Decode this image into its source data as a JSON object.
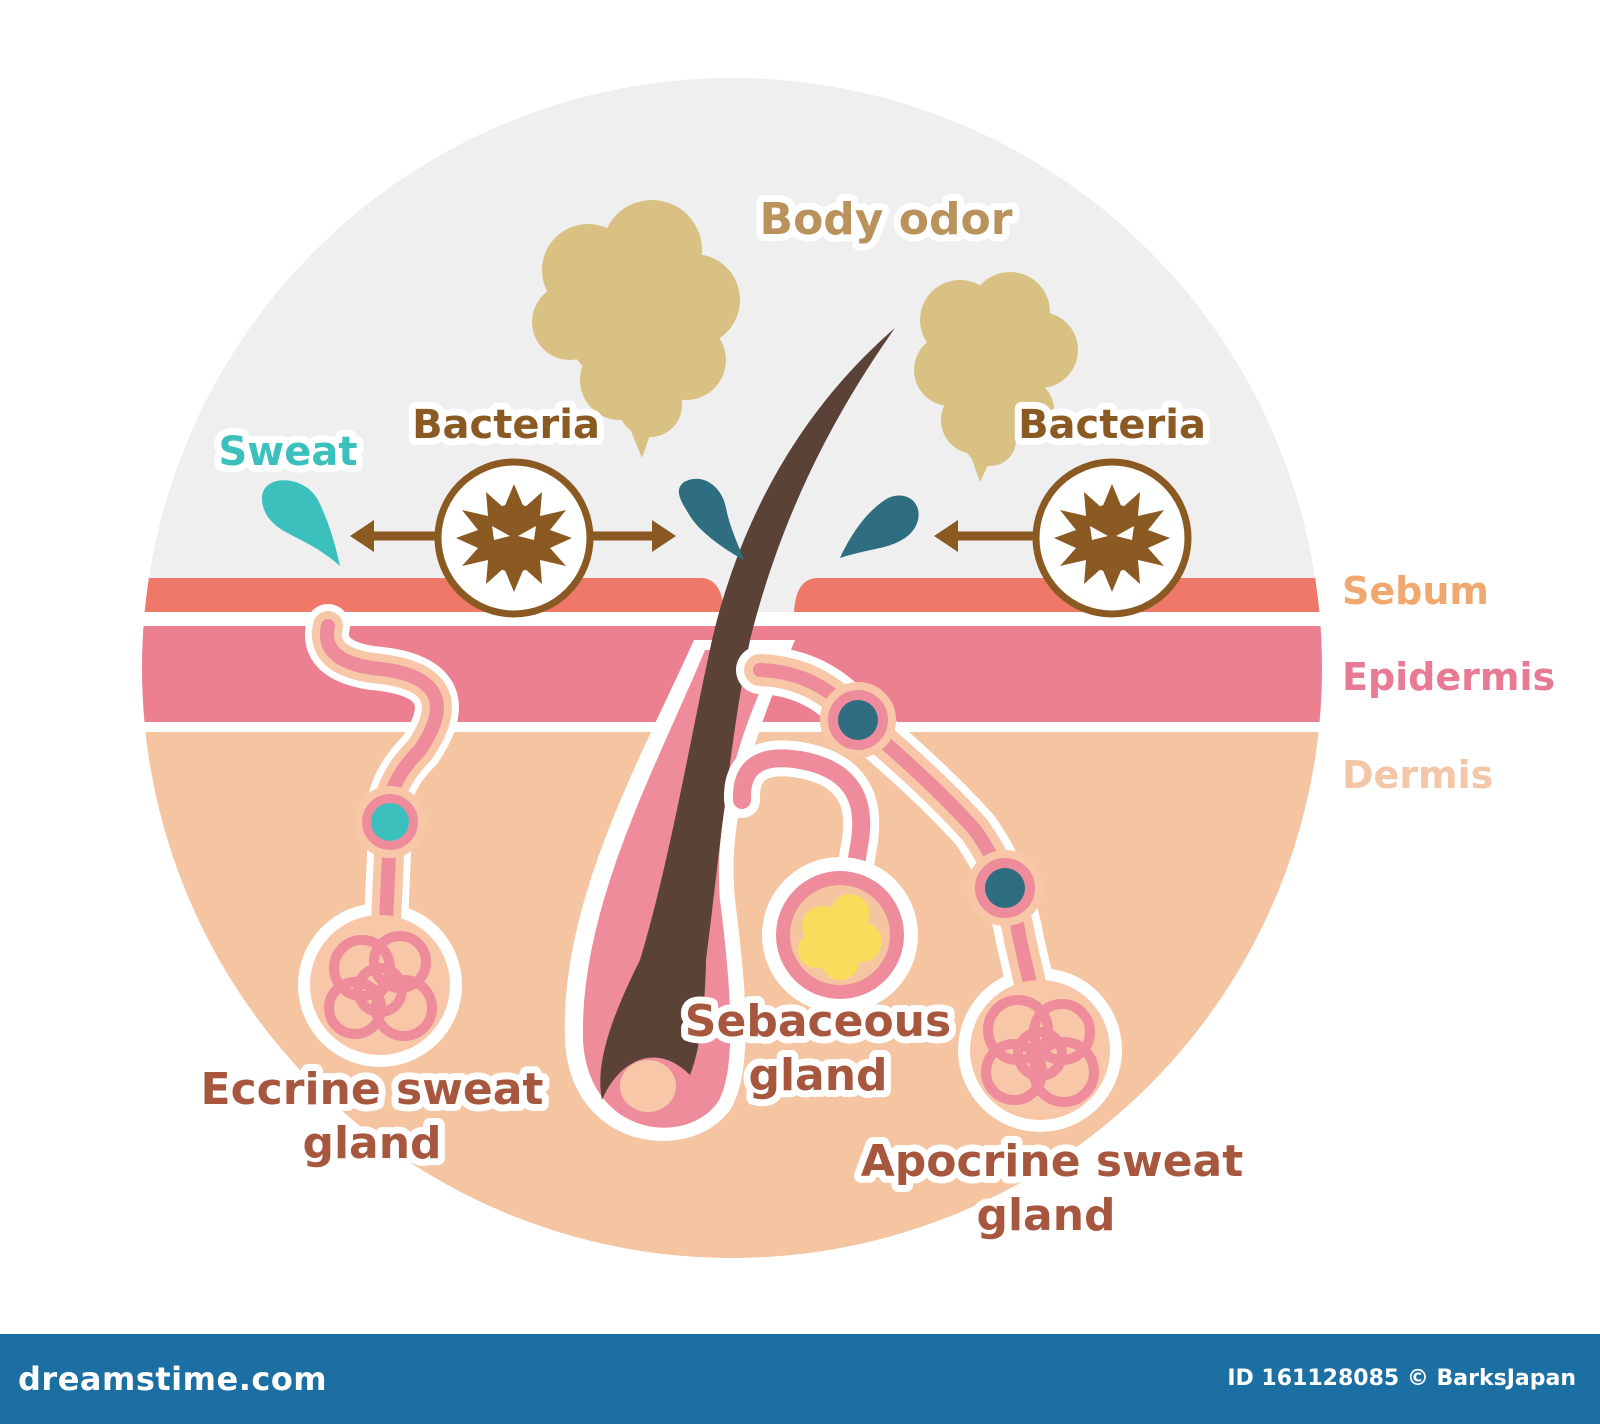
{
  "labels": {
    "body_odor": "Body odor",
    "bacteria_left": "Bacteria",
    "bacteria_right": "Bacteria",
    "sweat": "Sweat",
    "sebum": "Sebum",
    "epidermis": "Epidermis",
    "dermis": "Dermis",
    "sebaceous_line1": "Sebaceous",
    "sebaceous_line2": "gland",
    "eccrine_line1": "Eccrine sweat",
    "eccrine_line2": "gland",
    "apocrine_line1": "Apocrine sweat",
    "apocrine_line2": "gland"
  },
  "footer": {
    "site": "dreamstime.com",
    "credit": "ID 161128085 © BarksJapan"
  },
  "colors": {
    "sky": "#efefef",
    "sebum": "#ef7868",
    "epidermis": "#ec8090",
    "dermis": "#f5c4a0",
    "gland": "#ee8c9c",
    "hair": "#5a4237",
    "odor": "#d8c183",
    "bacteria": "#8b5a22",
    "sweat_cyan": "#3cc0bd",
    "sweat_teal": "#2e6e80",
    "sebum_label": "#f0a86e",
    "epidermis_label": "#e87b93",
    "dermis_label": "#f3c6a8",
    "gland_label": "#a6573d",
    "footer_bg": "#1c6fa3"
  }
}
